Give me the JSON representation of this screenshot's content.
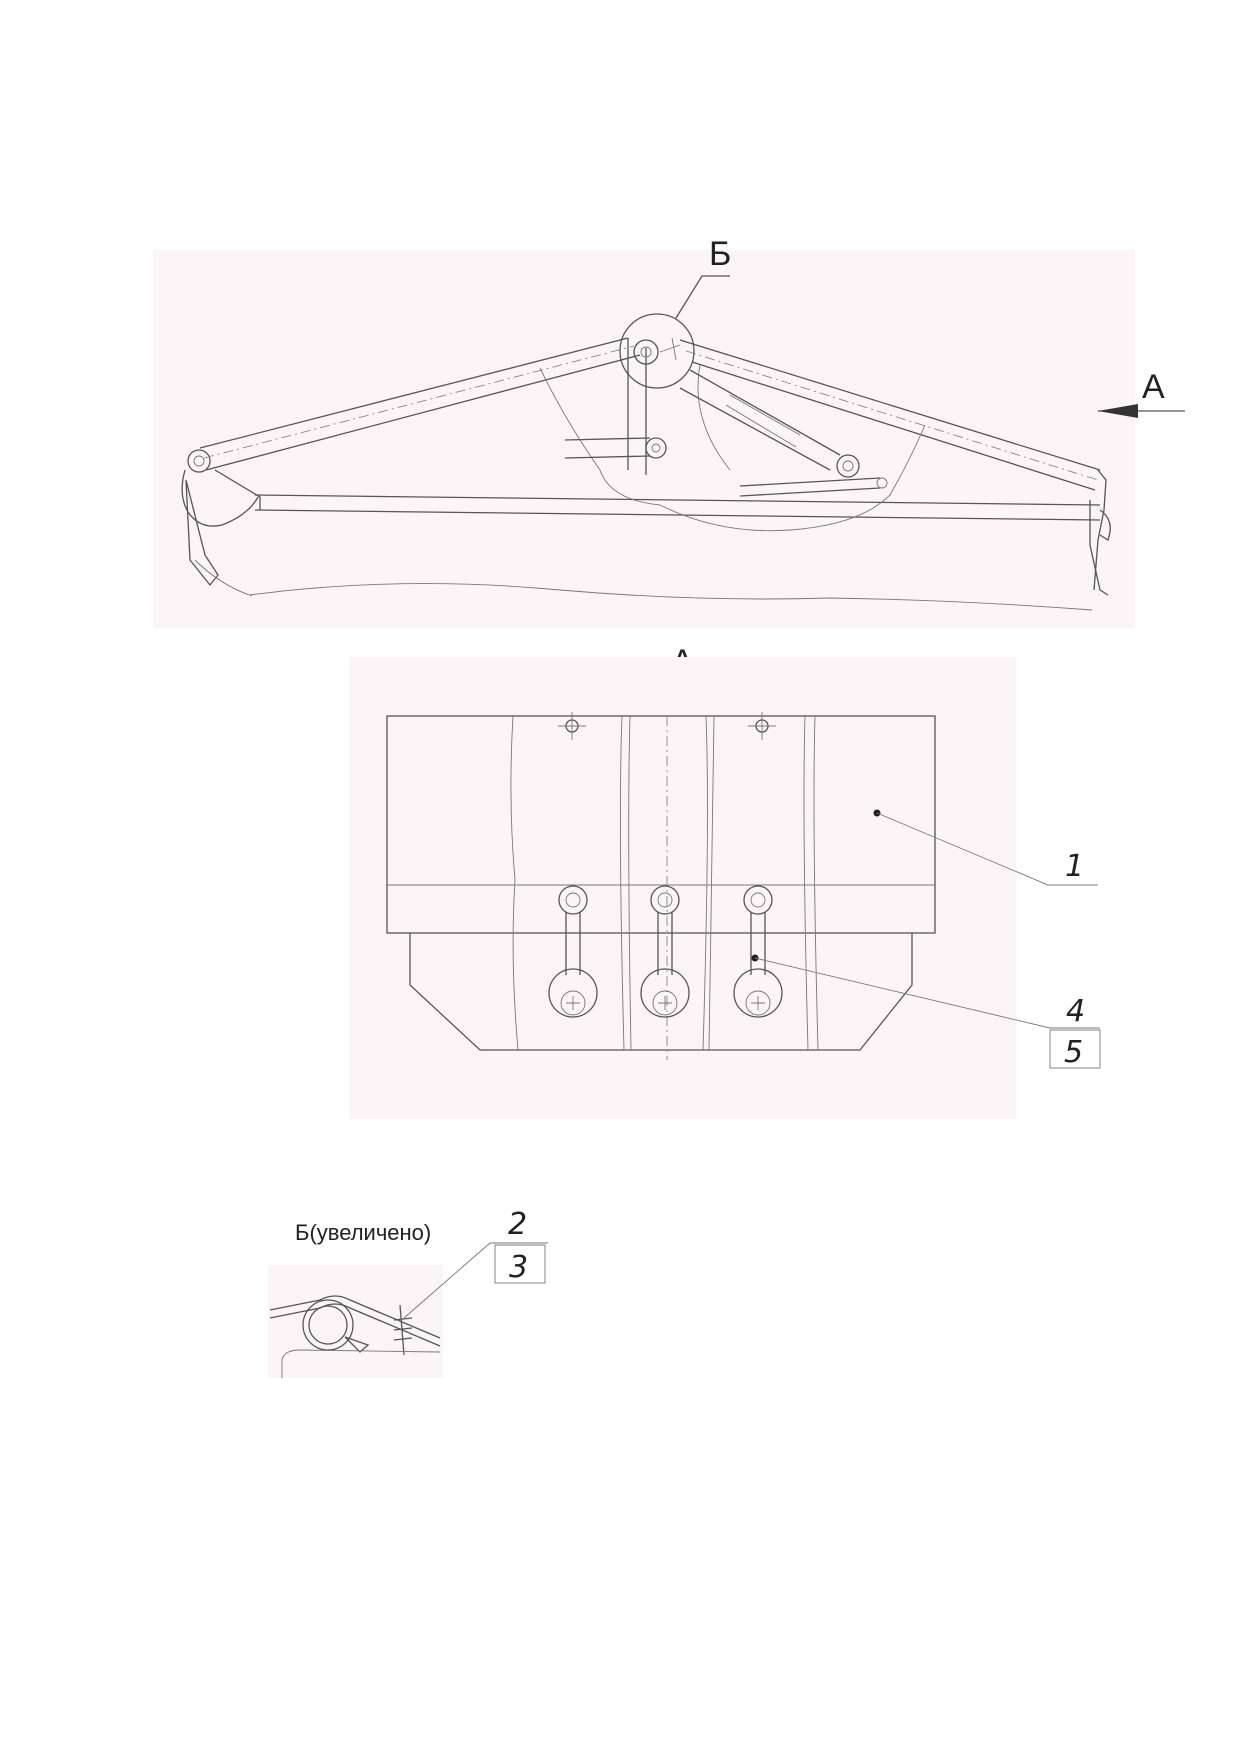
{
  "views": {
    "main": {
      "label": "Б"
    },
    "a": {
      "arrow_label": "А",
      "title": "А"
    },
    "b": {
      "title": "Б(увеличено)"
    }
  },
  "callouts": [
    {
      "text": "1"
    },
    {
      "text": "4"
    },
    {
      "text": "5"
    },
    {
      "text": "2"
    },
    {
      "text": "3"
    }
  ]
}
